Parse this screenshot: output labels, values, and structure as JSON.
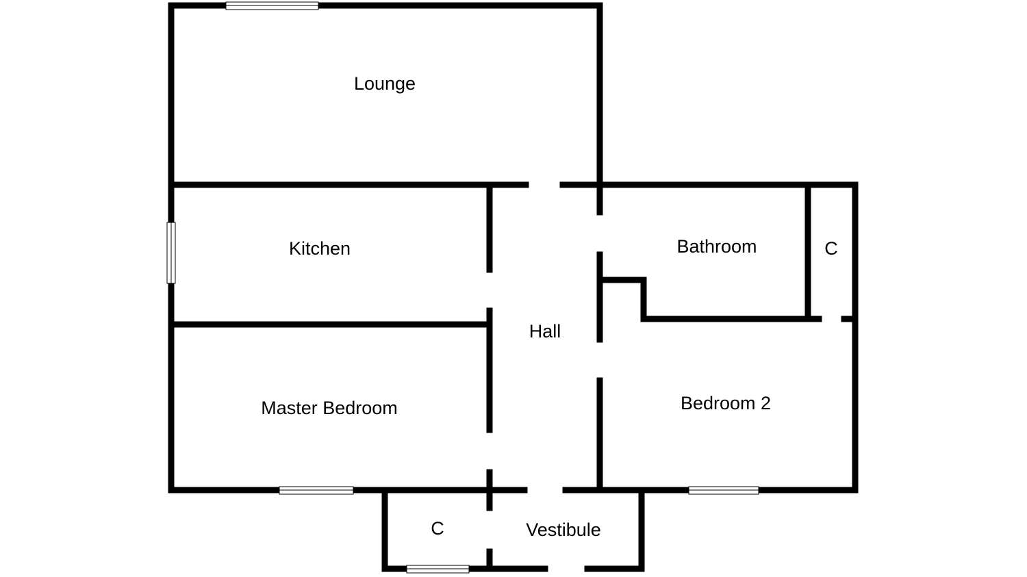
{
  "rooms": {
    "lounge": "Lounge",
    "kitchen": "Kitchen",
    "master_bedroom": "Master Bedroom",
    "hall": "Hall",
    "bathroom": "Bathroom",
    "cupboard_right": "C",
    "bedroom_2": "Bedroom 2",
    "cupboard_bottom": "C",
    "vestibule": "Vestibule"
  },
  "colors": {
    "wall": "#000000",
    "background": "#ffffff"
  }
}
